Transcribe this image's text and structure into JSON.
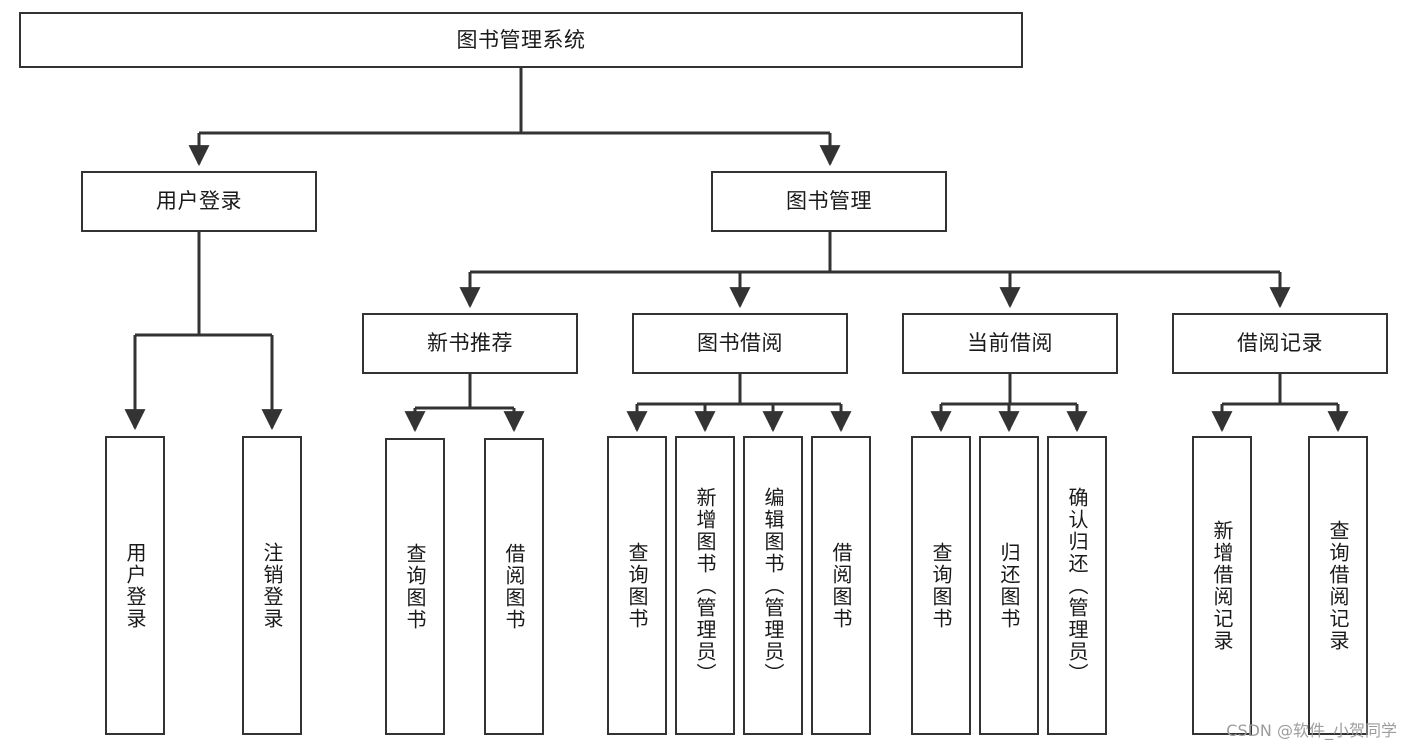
{
  "diagram": {
    "title": "图书管理系统",
    "type": "tree-hierarchy-chart",
    "watermark": "CSDN @软件_小贺同学",
    "colors": {
      "node_border": "#333333",
      "node_fill": "#ffffff",
      "edge": "#333333",
      "text": "#1a1a1a",
      "watermark": "#9d9d9d",
      "background": "#ffffff"
    },
    "levels": {
      "level1": [
        "图书管理系统"
      ],
      "level2": [
        "用户登录",
        "图书管理"
      ],
      "level3": [
        "新书推荐",
        "图书借阅",
        "当前借阅",
        "借阅记录"
      ],
      "level4": [
        "用户登录",
        "注销登录",
        "查询图书",
        "借阅图书",
        "查询图书",
        "新增图书（管理员）",
        "编辑图书（管理员）",
        "借阅图书",
        "查询图书",
        "归还图书",
        "确认归还（管理员）",
        "新增借阅记录",
        "查询借阅记录"
      ]
    },
    "nodes": {
      "root": {
        "label": "图书管理系统"
      },
      "user_login": {
        "label": "用户登录"
      },
      "book_manage": {
        "label": "图书管理"
      },
      "new_book_rec": {
        "label": "新书推荐"
      },
      "book_borrow": {
        "label": "图书借阅"
      },
      "current_borrow": {
        "label": "当前借阅"
      },
      "borrow_record": {
        "label": "借阅记录"
      },
      "leaf_user_login": {
        "label": "用户登录"
      },
      "leaf_logout": {
        "label": "注销登录"
      },
      "leaf_query_book_1": {
        "label": "查询图书"
      },
      "leaf_borrow_book_1": {
        "label": "借阅图书"
      },
      "leaf_query_book_2": {
        "label": "查询图书"
      },
      "leaf_add_book_admin": {
        "label": "新增图书（管理员）"
      },
      "leaf_edit_book_admin": {
        "label": "编辑图书（管理员）"
      },
      "leaf_borrow_book_2": {
        "label": "借阅图书"
      },
      "leaf_query_book_3": {
        "label": "查询图书"
      },
      "leaf_return_book": {
        "label": "归还图书"
      },
      "leaf_confirm_return_admin": {
        "label": "确认归还（管理员）"
      },
      "leaf_add_borrow_record": {
        "label": "新增借阅记录"
      },
      "leaf_query_borrow_record": {
        "label": "查询借阅记录"
      }
    },
    "edges": [
      {
        "from": "图书管理系统",
        "to": "用户登录"
      },
      {
        "from": "图书管理系统",
        "to": "图书管理"
      },
      {
        "from": "用户登录",
        "to": "用户登录"
      },
      {
        "from": "用户登录",
        "to": "注销登录"
      },
      {
        "from": "图书管理",
        "to": "新书推荐"
      },
      {
        "from": "图书管理",
        "to": "图书借阅"
      },
      {
        "from": "图书管理",
        "to": "当前借阅"
      },
      {
        "from": "图书管理",
        "to": "借阅记录"
      },
      {
        "from": "新书推荐",
        "to": "查询图书"
      },
      {
        "from": "新书推荐",
        "to": "借阅图书"
      },
      {
        "from": "图书借阅",
        "to": "查询图书"
      },
      {
        "from": "图书借阅",
        "to": "新增图书（管理员）"
      },
      {
        "from": "图书借阅",
        "to": "编辑图书（管理员）"
      },
      {
        "from": "图书借阅",
        "to": "借阅图书"
      },
      {
        "from": "当前借阅",
        "to": "查询图书"
      },
      {
        "from": "当前借阅",
        "to": "归还图书"
      },
      {
        "from": "当前借阅",
        "to": "确认归还（管理员）"
      },
      {
        "from": "借阅记录",
        "to": "新增借阅记录"
      },
      {
        "from": "借阅记录",
        "to": "查询借阅记录"
      }
    ]
  }
}
